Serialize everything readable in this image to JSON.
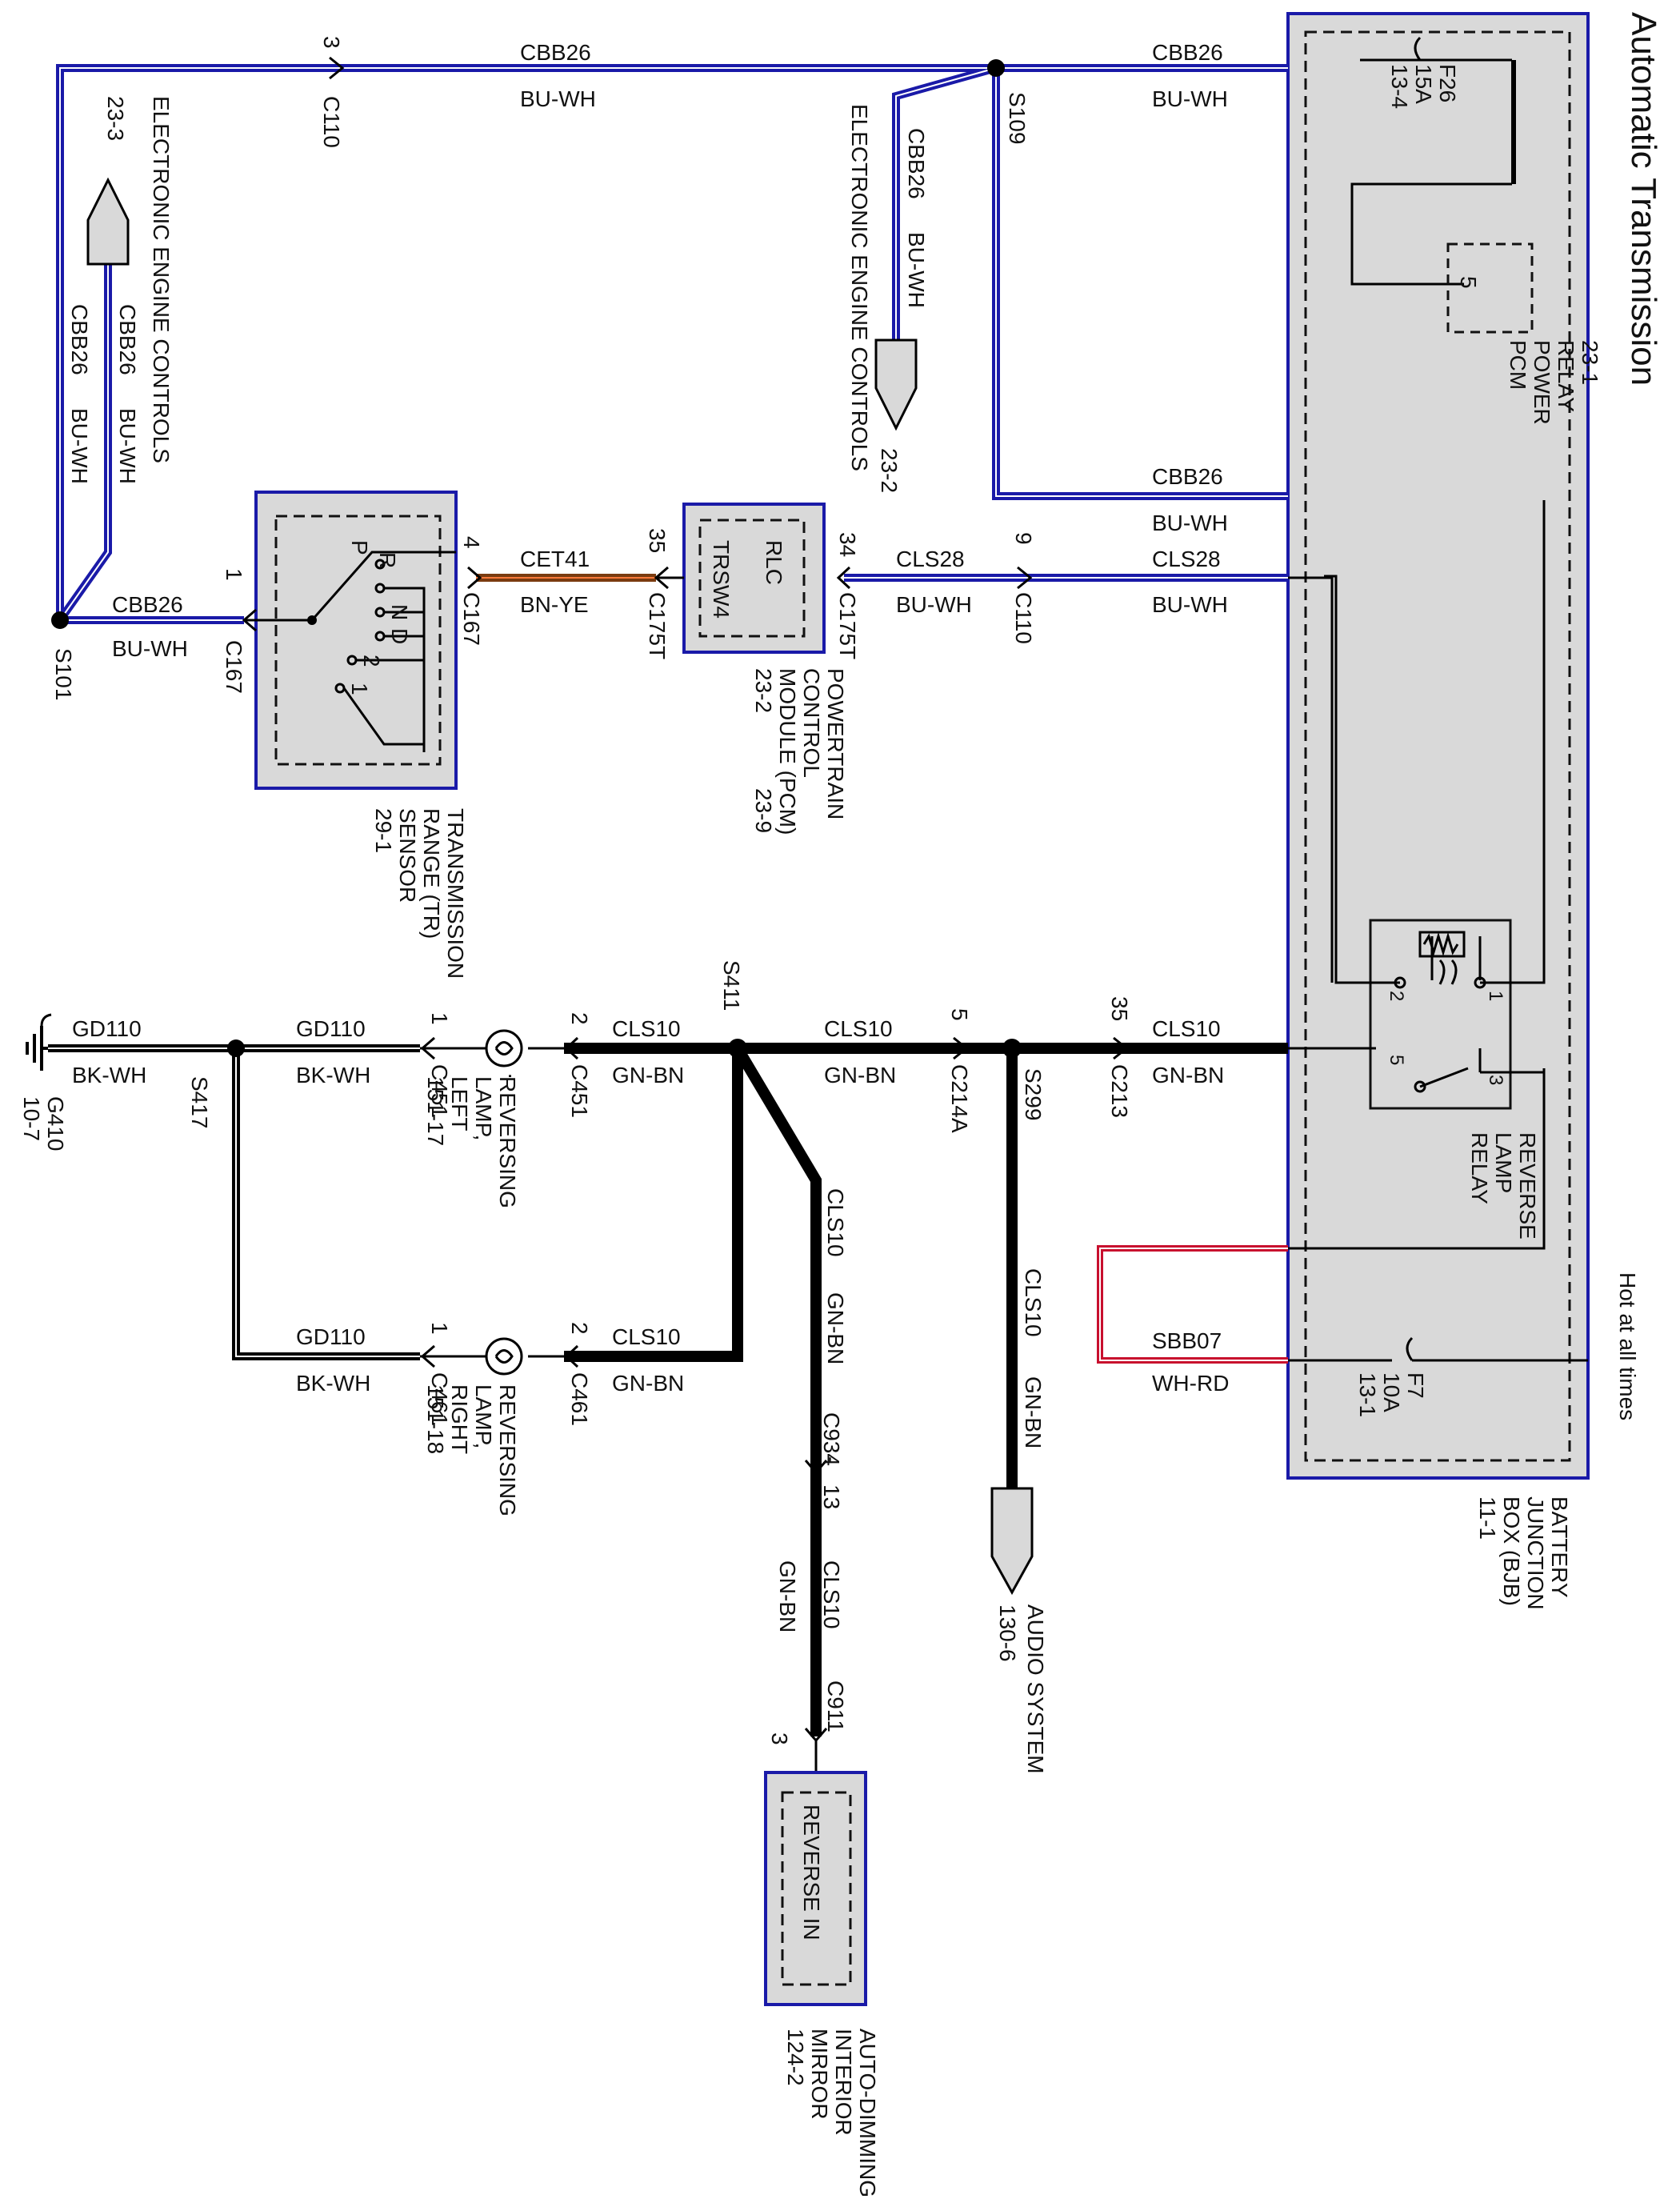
{
  "title": "Automatic Transmission",
  "hot_note": "Hot at all times",
  "colors": {
    "blue_wire": "#1a1aa8",
    "black_wire": "#000000",
    "red_wire": "#c8102e",
    "brown_wire": "#7a3b10",
    "box_fill": "#d9d9d9"
  },
  "wires": {
    "cbb26": "CBB26",
    "bu_wh": "BU-WH",
    "cls28": "CLS28",
    "cet41": "CET41",
    "bn_ye": "BN-YE",
    "cls10": "CLS10",
    "gn_bn": "GN-BN",
    "gd110": "GD110",
    "bk_wh": "BK-WH",
    "sbb07": "SBB07",
    "wh_rd": "WH-RD"
  },
  "splices": {
    "s101": "S101",
    "s109": "S109",
    "s411": "S411",
    "s299": "S299",
    "s417": "S417"
  },
  "connectors": {
    "c110": "C110",
    "c167": "C167",
    "c175t": "C175T",
    "c214a": "C214A",
    "c213": "C213",
    "c451": "C451",
    "c461": "C461",
    "c934": "C934",
    "c911": "C911"
  },
  "pins": {
    "p3": "3",
    "p1": "1",
    "p4": "4",
    "p35": "35",
    "p34": "34",
    "p9": "9",
    "p5": "5",
    "p2": "2",
    "p13": "13",
    "dash": "-"
  },
  "components": {
    "eec_left": {
      "name": "ELECTRONIC ENGINE CONTROLS",
      "ref": "23-3"
    },
    "eec_mid": {
      "name": "ELECTRONIC ENGINE CONTROLS",
      "ref": "23-2"
    },
    "pcm_power_relay": {
      "line1": "PCM",
      "line2": "POWER",
      "line3": "RELAY",
      "ref": "23-1"
    },
    "fuse_f26": {
      "name": "F26",
      "rating": "15A",
      "ref": "13-4"
    },
    "fuse_f7": {
      "name": "F7",
      "rating": "10A",
      "ref": "13-1"
    },
    "bjb": {
      "line1": "BATTERY",
      "line2": "JUNCTION",
      "line3": "BOX (BJB)",
      "ref": "11-1"
    },
    "tr_sensor": {
      "line1": "TRANSMISSION",
      "line2": "RANGE (TR)",
      "line3": "SENSOR",
      "ref": "29-1",
      "positions": [
        "P",
        "R",
        "N",
        "D",
        "2",
        "1"
      ]
    },
    "pcm": {
      "line1": "POWERTRAIN",
      "line2": "CONTROL",
      "line3": "MODULE (PCM)",
      "ref1": "23-2",
      "ref2": "23-9",
      "pin_a": "RLC",
      "pin_b": "TRSW4"
    },
    "reverse_lamp_relay": {
      "line1": "REVERSE",
      "line2": "LAMP",
      "line3": "RELAY",
      "pins": [
        "1",
        "2",
        "5",
        "3"
      ]
    },
    "lamp_left": {
      "line1": "REVERSING",
      "line2": "LAMP,",
      "line3": "LEFT",
      "ref": "151-17"
    },
    "lamp_right": {
      "line1": "REVERSING",
      "line2": "LAMP,",
      "line3": "RIGHT",
      "ref": "151-18"
    },
    "ground": {
      "name": "G410",
      "ref": "10-7"
    },
    "audio": {
      "name": "AUDIO SYSTEM",
      "ref": "130-6"
    },
    "mirror": {
      "line1": "AUTO-DIMMING",
      "line2": "INTERIOR",
      "line3": "MIRROR",
      "ref": "124-2",
      "pin_label": "REVERSE IN"
    }
  }
}
